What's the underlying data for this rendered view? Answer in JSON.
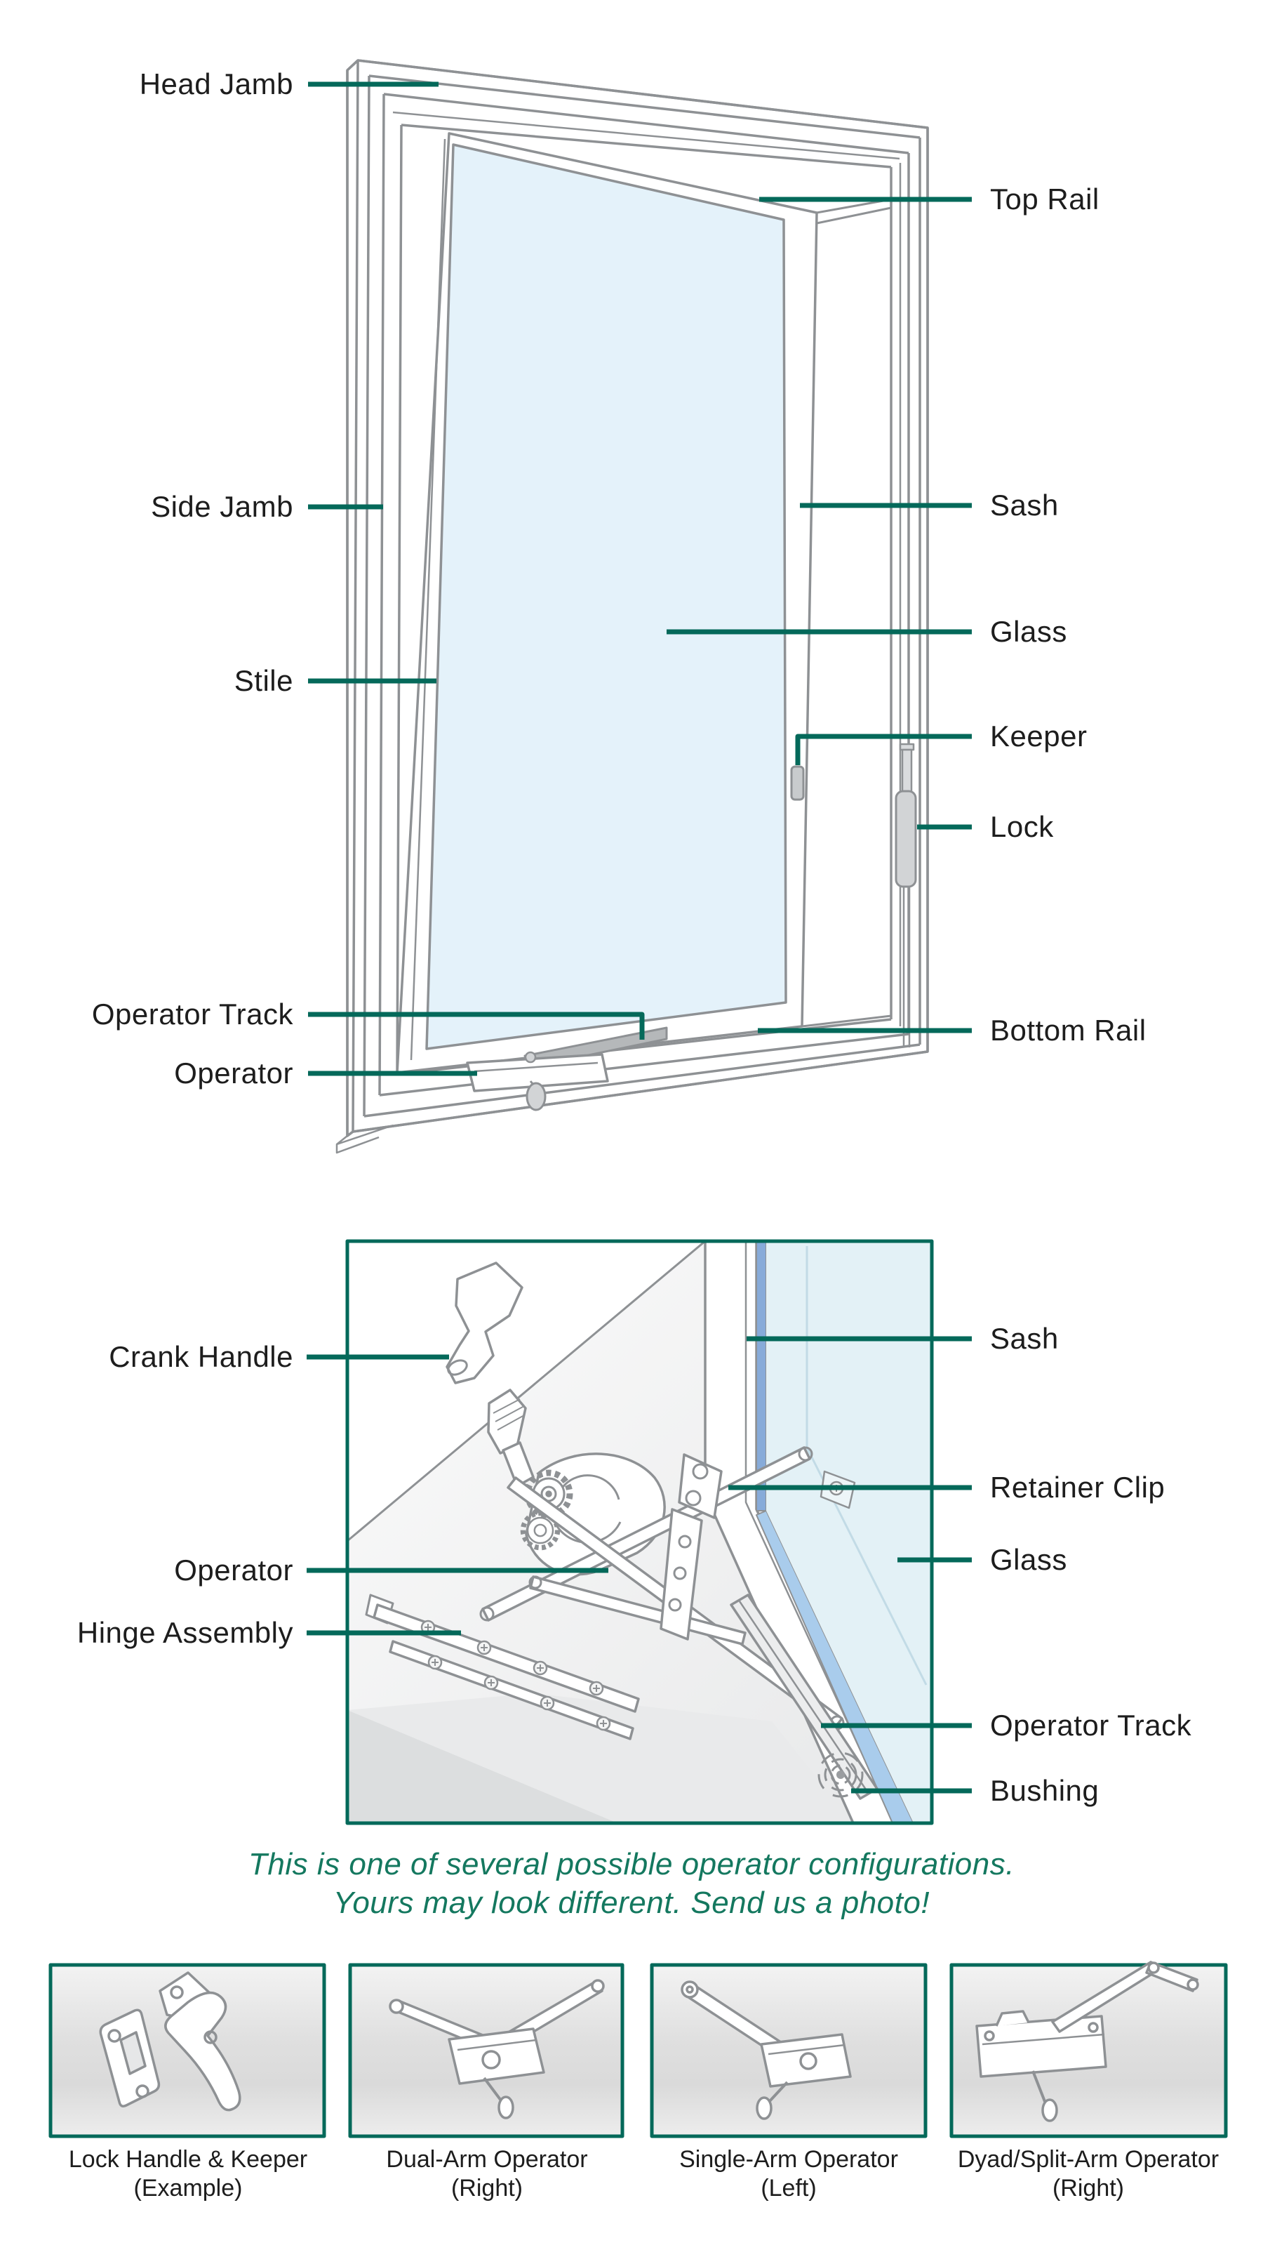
{
  "colors": {
    "leader_teal": "#04695A",
    "caption_green": "#14785F",
    "art_gray": "#8E9194",
    "glass_blue": "#E4F2FA",
    "gasket_blue": "#87ABD9",
    "label_black": "#1d1d1d"
  },
  "top_diagram": {
    "labels_left": [
      {
        "id": "head-jamb",
        "label": "Head Jamb"
      },
      {
        "id": "side-jamb",
        "label": "Side Jamb"
      },
      {
        "id": "stile",
        "label": "Stile"
      },
      {
        "id": "operator-track",
        "label": "Operator Track"
      },
      {
        "id": "operator",
        "label": "Operator"
      }
    ],
    "labels_right": [
      {
        "id": "top-rail",
        "label": "Top Rail"
      },
      {
        "id": "sash",
        "label": "Sash"
      },
      {
        "id": "glass",
        "label": "Glass"
      },
      {
        "id": "keeper",
        "label": "Keeper"
      },
      {
        "id": "lock",
        "label": "Lock"
      },
      {
        "id": "bottom-rail",
        "label": "Bottom Rail"
      }
    ]
  },
  "middle_diagram": {
    "labels_left": [
      {
        "id": "crank-handle",
        "label": "Crank Handle"
      },
      {
        "id": "operator",
        "label": "Operator"
      },
      {
        "id": "hinge-assembly",
        "label": "Hinge Assembly"
      }
    ],
    "labels_right": [
      {
        "id": "sash",
        "label": "Sash"
      },
      {
        "id": "retainer-clip",
        "label": "Retainer Clip"
      },
      {
        "id": "glass",
        "label": "Glass"
      },
      {
        "id": "operator-track",
        "label": "Operator Track"
      },
      {
        "id": "bushing",
        "label": "Bushing"
      }
    ]
  },
  "caption": {
    "line1": "This is one of several possible operator configurations.",
    "line2": "Yours may look different. Send us a photo!"
  },
  "thumbnails": [
    {
      "title": "Lock Handle & Keeper",
      "subtitle": "(Example)"
    },
    {
      "title": "Dual-Arm Operator",
      "subtitle": "(Right)"
    },
    {
      "title": "Single-Arm Operator",
      "subtitle": "(Left)"
    },
    {
      "title": "Dyad/Split-Arm Operator",
      "subtitle": "(Right)"
    }
  ]
}
